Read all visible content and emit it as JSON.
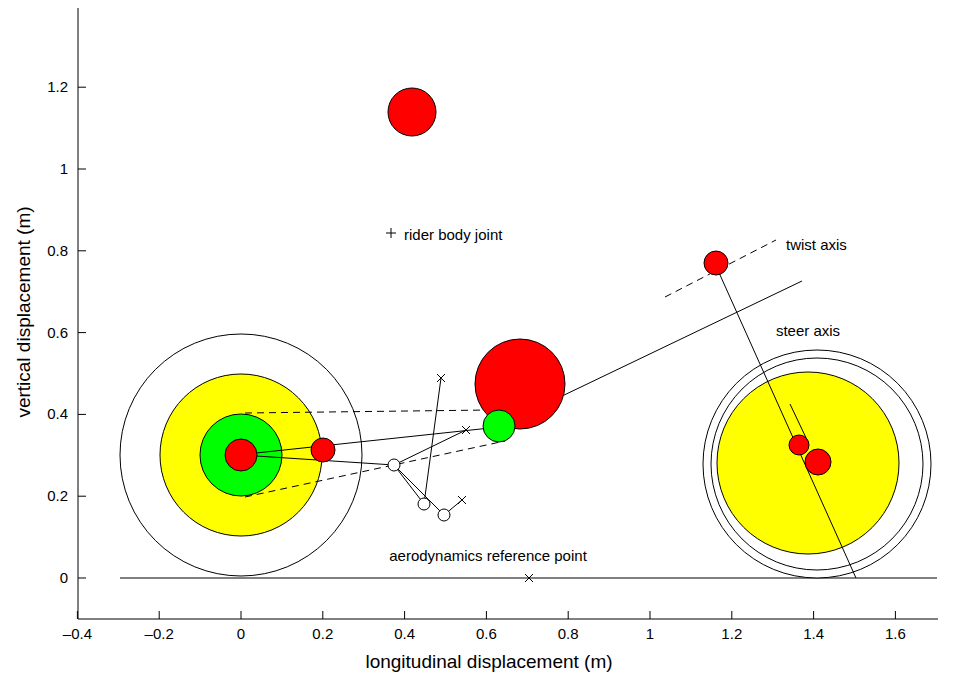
{
  "diagram": {
    "labels": [
      "0",
      "0.2",
      "0.4",
      "0.6",
      "0.8",
      "1",
      "1.2",
      "–0.4",
      "–0.2",
      "0",
      "0.2",
      "0.4",
      "0.6",
      "0.8",
      "1",
      "1.2",
      "1.4",
      "1.6",
      "longitudinal displacement (m)",
      "vertical displacement (m)",
      "rider body joint",
      "twist axis",
      "steer axis",
      "aerodynamics reference point"
    ]
  }
}
